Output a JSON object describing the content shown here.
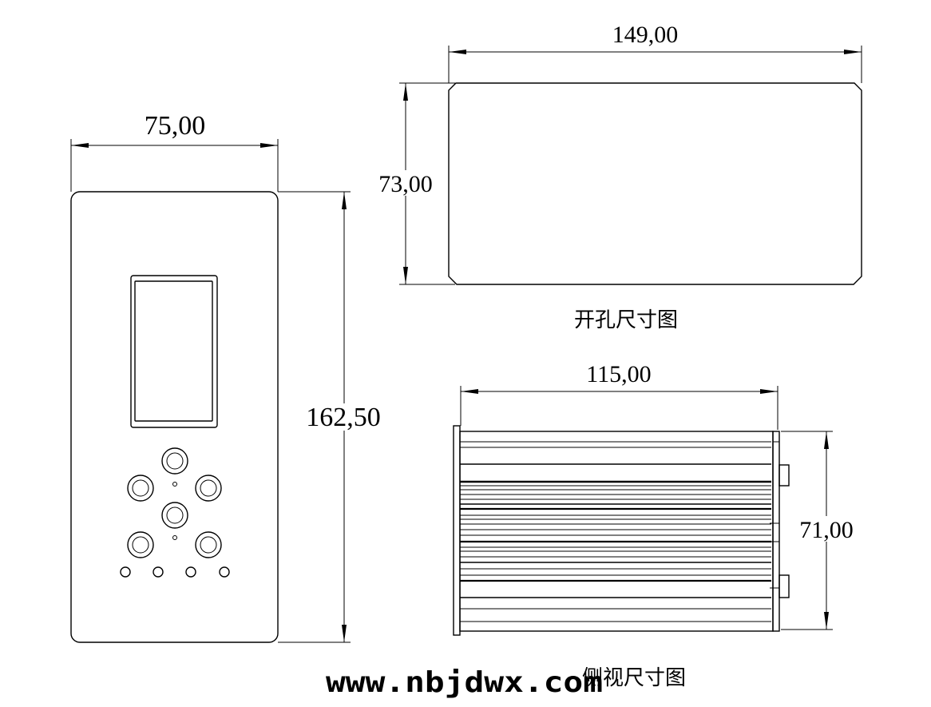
{
  "front_view": {
    "width_label": "75,00",
    "height_label": "162,50"
  },
  "cutout_view": {
    "width_label": "149,00",
    "height_label": "73,00",
    "title": "开孔尺寸图"
  },
  "side_view": {
    "depth_label": "115,00",
    "height_label": "71,00",
    "title": "侧视尺寸图"
  },
  "watermark": "www.nbjdwx.com"
}
